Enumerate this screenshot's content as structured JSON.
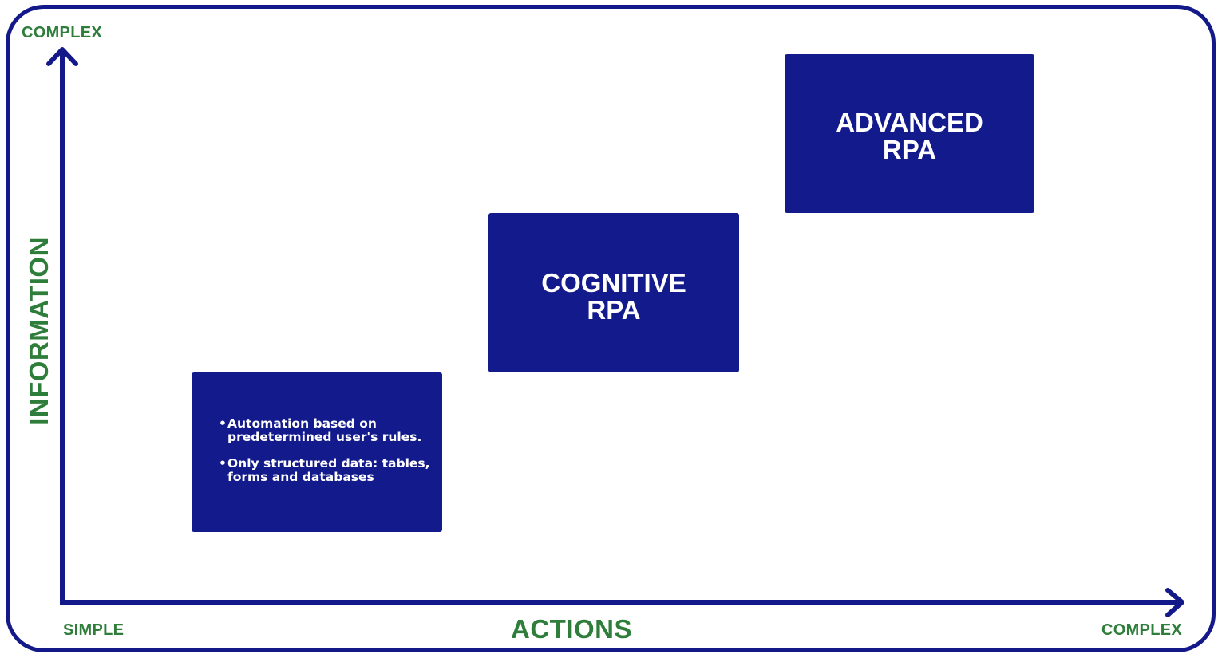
{
  "axes": {
    "y_top_label": "COMPLEX",
    "y_title": "INFORMATION",
    "x_left_label": "SIMPLE",
    "x_title": "ACTIONS",
    "x_right_label": "COMPLEX"
  },
  "boxes": {
    "basic": {
      "bullets": [
        "Automation based on predetermined user's rules.",
        "Only structured data: tables, forms and databases"
      ]
    },
    "cognitive": {
      "title_line1": "COGNITIVE",
      "title_line2": "RPA"
    },
    "advanced": {
      "title_line1": "ADVANCED",
      "title_line2": "RPA"
    }
  },
  "colors": {
    "axis_and_box": "#14198a",
    "label_green": "#2e7d3a",
    "background": "#ffffff"
  }
}
